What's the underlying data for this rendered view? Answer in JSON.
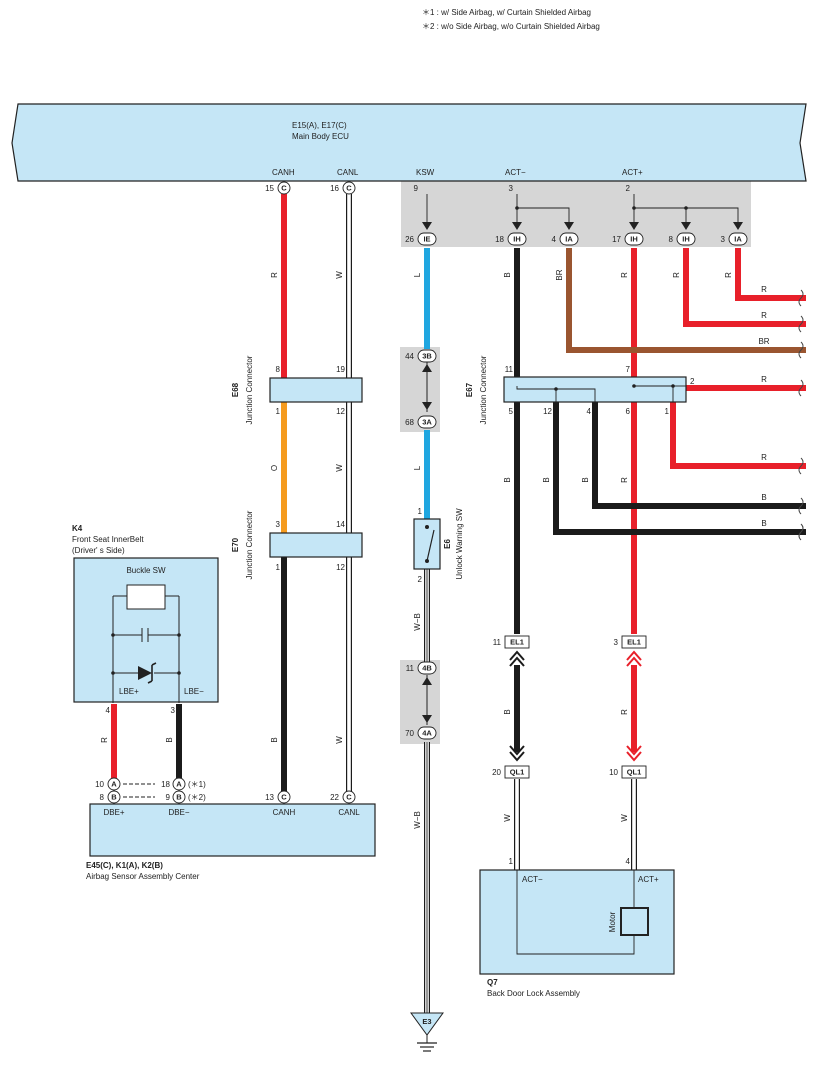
{
  "notes": {
    "n1": "＊1 : w/ Side Airbag,  w/ Curtain Shielded Airbag",
    "n2": "＊2 : w/o Side Airbag,  w/o Curtain Shielded Airbag"
  },
  "ecu": {
    "code": "E15(A), E17(C)",
    "name": "Main Body ECU",
    "pins": {
      "canh": "CANH",
      "canl": "CANL",
      "ksw": "KSW",
      "actm": "ACT−",
      "actp": "ACT+"
    },
    "nums": {
      "canh": "15",
      "canl": "16",
      "ksw": "9",
      "actm": "3",
      "actp": "2"
    },
    "conn": {
      "c": "C"
    }
  },
  "jc": {
    "n26": "26",
    "n18": "18",
    "n4": "4",
    "n17": "17",
    "n8": "8",
    "n3": "3",
    "ie": "IE",
    "ih": "IH",
    "ia": "IA"
  },
  "e68": {
    "code": "E68",
    "name": "Junction Connector",
    "p8": "8",
    "p19": "19",
    "p1": "1",
    "p12": "12"
  },
  "e70": {
    "code": "E70",
    "name": "Junction Connector",
    "p3": "3",
    "p14": "14",
    "p1": "1",
    "p12": "12"
  },
  "e67": {
    "code": "E67",
    "name": "Junction Connector",
    "p11": "11",
    "p7": "7",
    "p2": "2",
    "p5": "5",
    "p12": "12",
    "p4": "4",
    "p6": "6",
    "p1": "1"
  },
  "jb3": {
    "n44": "44",
    "c3b": "3B",
    "n68": "68",
    "c3a": "3A"
  },
  "jb4": {
    "n11": "11",
    "c4b": "4B",
    "n70": "70",
    "c4a": "4A"
  },
  "e6": {
    "code": "E6",
    "name": "Unlock Warning SW",
    "p1": "1",
    "p2": "2"
  },
  "el1": {
    "n11": "11",
    "n3": "3",
    "c": "EL1"
  },
  "ql1": {
    "n20": "20",
    "n10": "10",
    "c": "QL1"
  },
  "k4": {
    "code": "K4",
    "name1": "Front Seat InnerBelt",
    "name2": "(Driver'  s Side)",
    "sw": "Buckle SW",
    "lbep": "LBE+",
    "lbem": "LBE−",
    "p4": "4",
    "p3": "3"
  },
  "airbag": {
    "code": "E45(C), K1(A), K2(B)",
    "name": "Airbag Sensor Assembly Center",
    "dbep": "DBE+",
    "dbem": "DBE−",
    "canh": "CANH",
    "canl": "CANL",
    "n10": "10",
    "n8": "8",
    "n18": "18",
    "n9": "9",
    "n13": "13",
    "n22": "22",
    "ca": "A",
    "cb": "B",
    "cc": "C",
    "s1": "(＊1)",
    "s2": "(＊2)"
  },
  "q7": {
    "code": "Q7",
    "name": "Back Door Lock Assembly",
    "actm": "ACT−",
    "actp": "ACT+",
    "motor": "Motor",
    "p1": "1",
    "p4": "4"
  },
  "ground": {
    "code": "E3"
  },
  "wires": {
    "r": "R",
    "w": "W",
    "l": "L",
    "br": "BR",
    "b": "B",
    "o": "O",
    "wb": "W−B"
  },
  "colors": {
    "red": "#e8202a",
    "black": "#1b1b1b",
    "blue": "#1fa6e0",
    "brown": "#9a5530",
    "orange": "#f59b1e",
    "box": "#c5e6f6",
    "shade": "#d6d6d6"
  }
}
